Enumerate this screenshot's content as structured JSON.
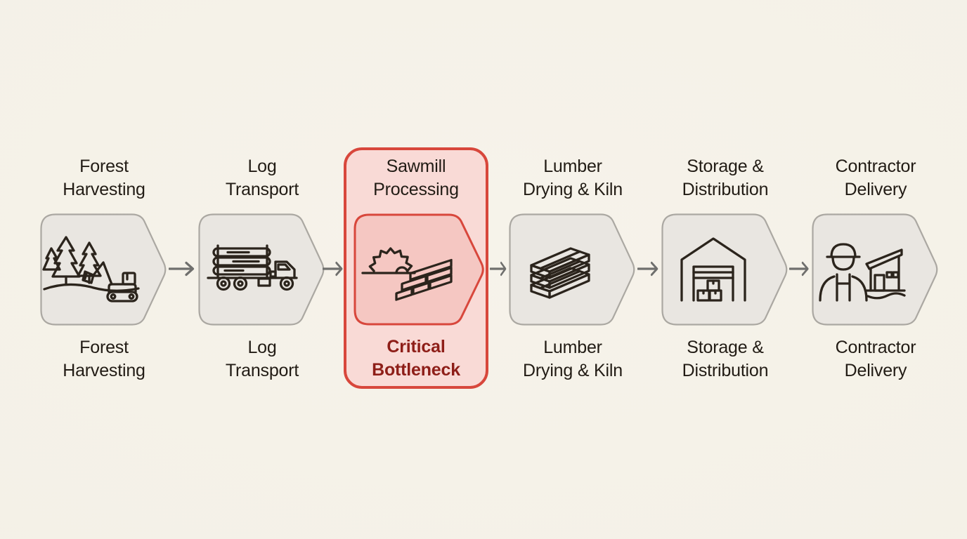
{
  "diagram": {
    "type": "process-flow",
    "subject": "lumber supply chain",
    "stages": [
      {
        "id": "forest-harvesting",
        "top_label": "Forest\nHarvesting",
        "bottom_label": "Forest\nHarvesting",
        "icon": "forest-harvesting-icon",
        "highlighted": false
      },
      {
        "id": "log-transport",
        "top_label": "Log\nTransport",
        "bottom_label": "Log\nTransport",
        "icon": "log-truck-icon",
        "highlighted": false
      },
      {
        "id": "sawmill-processing",
        "top_label": "Sawmill\nProcessing",
        "bottom_label": "Critical\nBottleneck",
        "icon": "sawmill-blade-lumber-icon",
        "highlighted": true
      },
      {
        "id": "lumber-drying-kiln",
        "top_label": "Lumber\nDrying & Kiln",
        "bottom_label": "Lumber\nDrying & Kiln",
        "icon": "lumber-stack-icon",
        "highlighted": false
      },
      {
        "id": "storage-distribution",
        "top_label": "Storage &\nDistribution",
        "bottom_label": "Storage &\nDistribution",
        "icon": "warehouse-icon",
        "highlighted": false
      },
      {
        "id": "contractor-delivery",
        "top_label": "Contractor\nDelivery",
        "bottom_label": "Contractor\nDelivery",
        "icon": "contractor-house-icon",
        "highlighted": false
      }
    ],
    "colors": {
      "background": "#F5F1E8",
      "stage_fill": "#E9E6E1",
      "stage_border": "#ABA8A2",
      "icon_stroke": "#2B241C",
      "label_text": "#221C15",
      "arrow": "#6F6F6D",
      "highlight_border": "#D8473C",
      "highlight_card_fill": "#F9DAD6",
      "highlight_shape_fill": "#F5C7C2",
      "highlight_text": "#8E1E18"
    }
  }
}
